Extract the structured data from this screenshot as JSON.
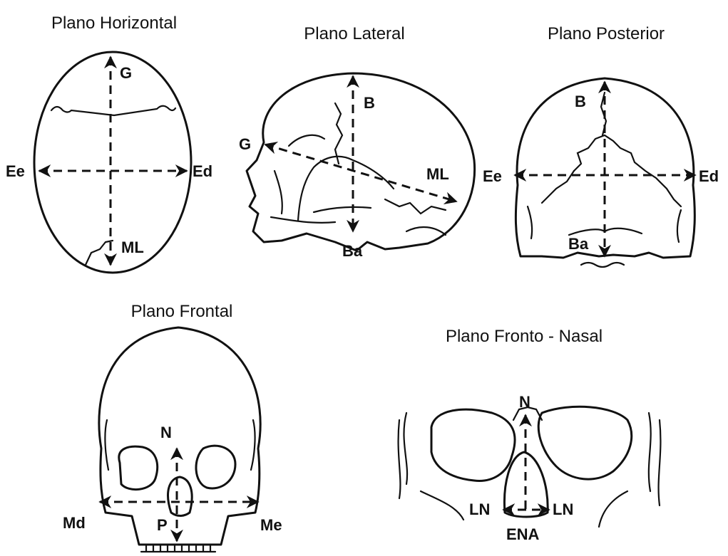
{
  "panels": {
    "horizontal": {
      "title": "Plano Horizontal",
      "labels": {
        "G": "G",
        "Ee": "Ee",
        "Ed": "Ed",
        "ML": "ML"
      }
    },
    "lateral": {
      "title": "Plano Lateral",
      "labels": {
        "B": "B",
        "G": "G",
        "ML": "ML",
        "Ba": "Ba"
      }
    },
    "posterior": {
      "title": "Plano Posterior",
      "labels": {
        "B": "B",
        "Ee": "Ee",
        "Ed": "Ed",
        "Ba": "Ba"
      }
    },
    "frontal": {
      "title": "Plano Frontal",
      "labels": {
        "N": "N",
        "Md": "Md",
        "Me": "Me",
        "P": "P"
      }
    },
    "fronto_nasal": {
      "title": "Plano Fronto - Nasal",
      "labels": {
        "N": "N",
        "LN_left": "LN",
        "LN_right": "LN",
        "ENA": "ENA"
      }
    }
  },
  "colors": {
    "line": "#111111",
    "background": "#ffffff"
  }
}
